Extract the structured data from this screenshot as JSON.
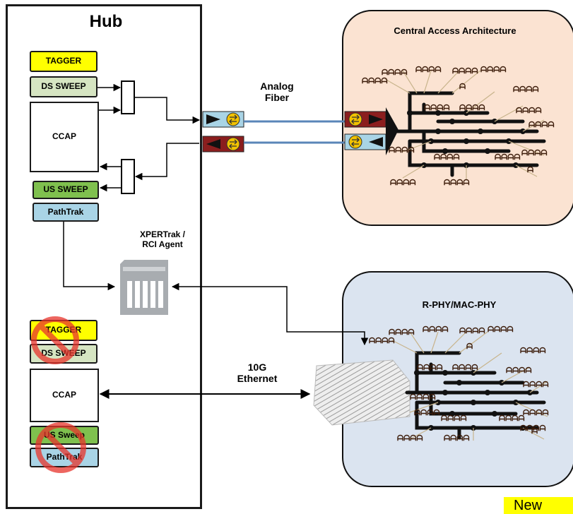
{
  "hub": {
    "title": "Hub"
  },
  "upper": {
    "tagger": "TAGGER",
    "ds_sweep": "DS SWEEP",
    "ccap": "CCAP",
    "us_sweep": "US SWEEP",
    "pathtrak": "PathTrak"
  },
  "agent": {
    "label": "XPERTrak /\nRCI Agent"
  },
  "lower": {
    "tagger": "TAGGER",
    "ds_sweep": "DS SWEEP",
    "ccap": "CCAP",
    "us_sweep": "US Sweep",
    "pathtrak": "PathTrak"
  },
  "links": {
    "analog_fiber": "Analog\nFiber",
    "ethernet": "10G\nEthernet"
  },
  "panels": {
    "central": {
      "title": "Central Access Architecture"
    },
    "rphy": {
      "title": "R-PHY/MAC-PHY"
    }
  },
  "corner": {
    "label": "New"
  },
  "colors": {
    "tagger": "#ffff00",
    "ds_sweep": "#d6e5c2",
    "us_sweep": "#7fc04e",
    "pathtrak": "#a9d4e6",
    "central_panel": "#fbe3d2",
    "rphy_panel": "#dbe4f0",
    "fiber": "#5a86b8",
    "prohibit": "#e8342c"
  }
}
